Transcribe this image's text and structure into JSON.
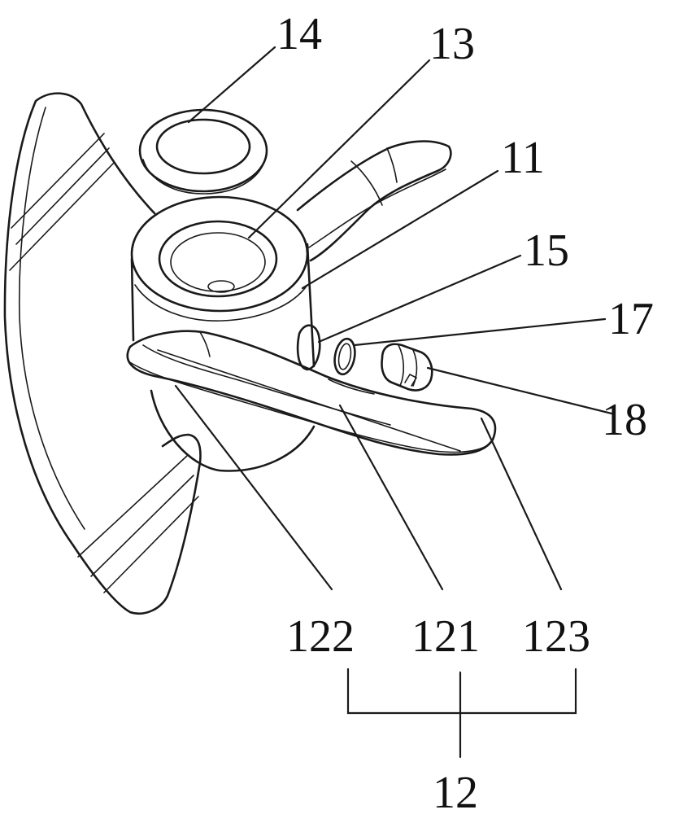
{
  "labels": {
    "l14": "14",
    "l13": "13",
    "l11": "11",
    "l15": "15",
    "l17": "17",
    "l18": "18",
    "l122": "122",
    "l121": "121",
    "l123": "123",
    "l12": "12"
  },
  "colors": {
    "line": "#1a1a1a",
    "background": "#ffffff"
  }
}
